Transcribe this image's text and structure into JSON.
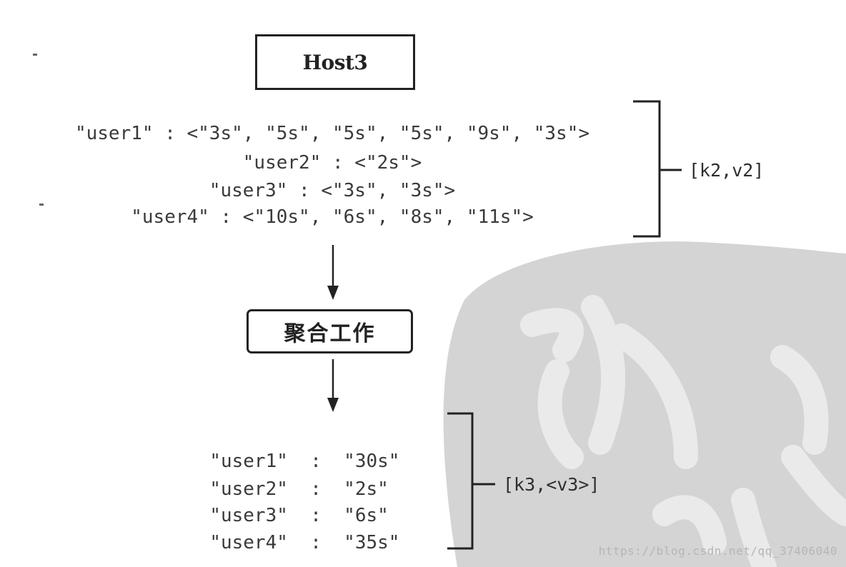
{
  "host_box": {
    "label": "Host3"
  },
  "k2_lines": [
    "\"user1\" : <\"3s\", \"5s\", \"5s\", \"5s\", \"9s\", \"3s\">",
    "\"user2\" : <\"2s\">",
    "\"user3\" : <\"3s\", \"3s\">",
    "\"user4\" : <\"10s\", \"6s\", \"8s\", \"11s\">"
  ],
  "k2_label": "[k2,v2]",
  "agg_box": {
    "label": "聚合工作"
  },
  "result_rows": [
    {
      "key": "\"user1\"",
      "sep": ":",
      "value": "\"30s\""
    },
    {
      "key": "\"user2\"",
      "sep": ":",
      "value": "\"2s\""
    },
    {
      "key": "\"user3\"",
      "sep": ":",
      "value": "\"6s\""
    },
    {
      "key": "\"user4\"",
      "sep": ":",
      "value": "\"35s\""
    }
  ],
  "k3_label": "[k3,<v3>]",
  "watermark_url": "https://blog.csdn.net/qq_37406040",
  "colors": {
    "ink": "#222222",
    "text": "#3a3a3a",
    "watermark": "#d6d6d6",
    "watermark_stroke": "#ececec"
  }
}
